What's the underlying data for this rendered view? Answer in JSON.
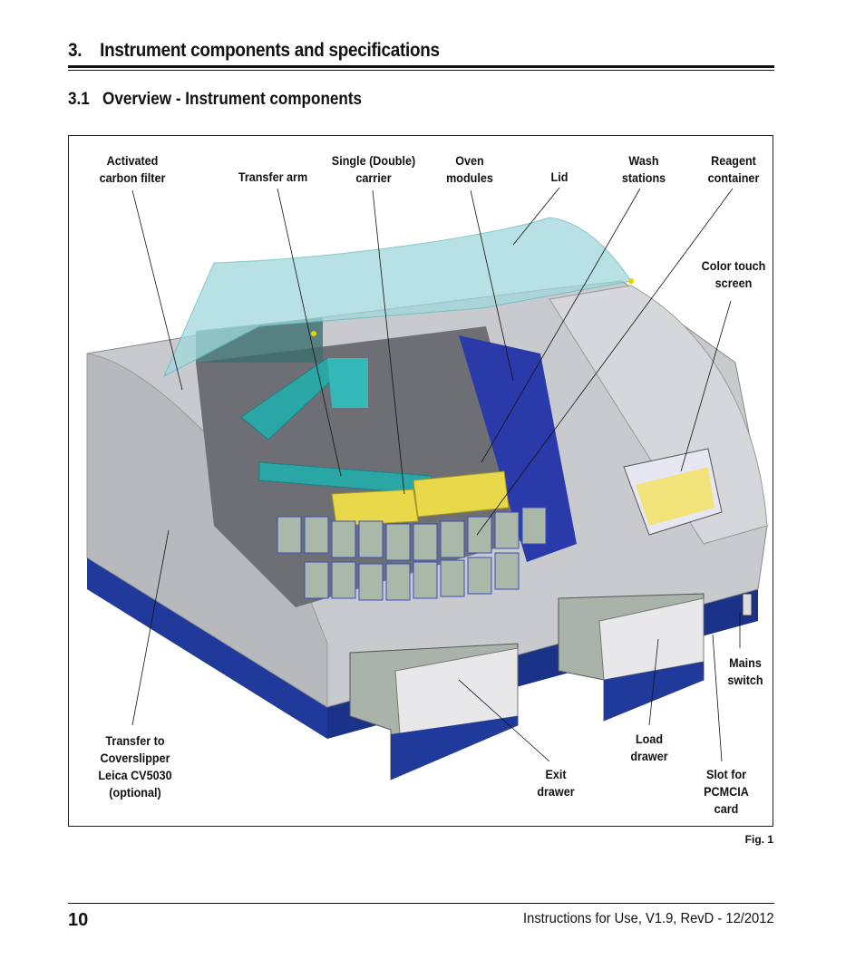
{
  "heading": {
    "section": "3.",
    "title": "Instrument components and specifications"
  },
  "subheading": {
    "section": "3.1",
    "title": "Overview - Instrument components"
  },
  "figure": {
    "labels": {
      "carbon_filter": "Activated\ncarbon filter",
      "transfer_arm": "Transfer arm",
      "carrier": "Single (Double)\ncarrier",
      "oven": "Oven\nmodules",
      "lid": "Lid",
      "wash": "Wash\nstations",
      "reagent": "Reagent\ncontainer",
      "touch_screen": "Color touch\nscreen",
      "mains": "Mains\nswitch",
      "transfer_cv": "Transfer to\nCoverslipper\nLeica CV5030\n(optional)",
      "load": "Load\ndrawer",
      "exit": "Exit\ndrawer",
      "slot": "Slot for\nPCMCIA\ncard"
    },
    "caption": "Fig. 1",
    "colors": {
      "body": "#c8c9cc",
      "base": "#1f3a9a",
      "lid": "#9fd8dc",
      "arm": "#2aa6a6",
      "yellow": "#e8d84a"
    }
  },
  "footer": {
    "page_number": "10",
    "doc_info": "Instructions for Use, V1.9, RevD - 12/2012"
  }
}
